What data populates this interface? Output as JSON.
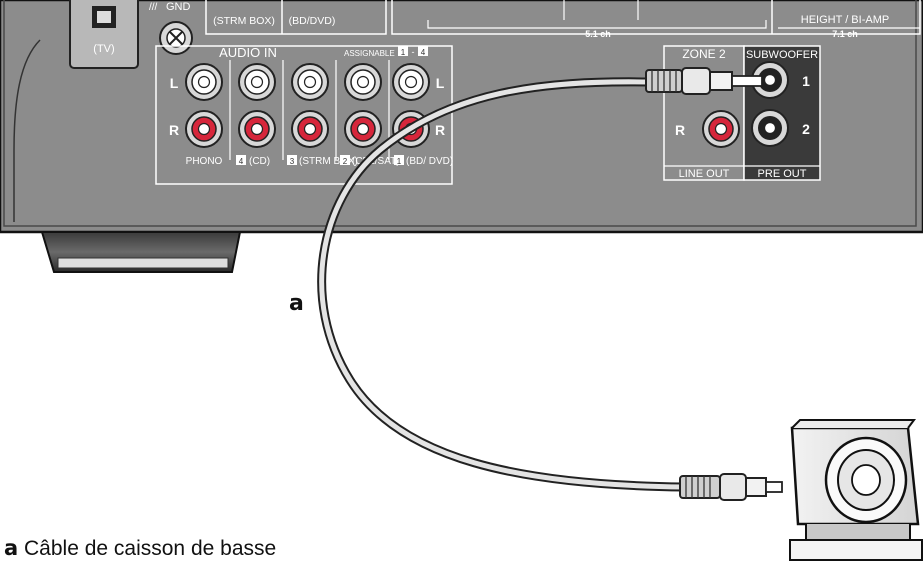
{
  "panel": {
    "tv_label": "(TV)",
    "gnd_label": "GND",
    "gnd_symbol": "///",
    "top_labels": [
      "(STRM BOX)",
      "(BD/DVD)"
    ],
    "speaker_labels": {
      "ch51": "5.1 ch",
      "height": "HEIGHT / BI-AMP",
      "ch71": "7.1 ch"
    },
    "audio_in": {
      "title": "AUDIO IN",
      "assignable": "ASSIGNABLE",
      "range_start": "1",
      "range_dash": "-",
      "range_end": "4",
      "channel_left": "L",
      "channel_right": "R",
      "inputs": [
        {
          "label": "PHONO",
          "num": ""
        },
        {
          "label": "(CD)",
          "num": "4"
        },
        {
          "label": "(STRM BOX)",
          "num": "3"
        },
        {
          "label": "(CBL/SAT)",
          "num": "2"
        },
        {
          "label": "(BD/ DVD)",
          "num": "1"
        }
      ]
    },
    "zone2": {
      "title": "ZONE 2",
      "right": "R",
      "footer": "LINE OUT"
    },
    "pre_out": {
      "title": "SUBWOOFER",
      "jack1": "1",
      "jack2": "2",
      "footer": "PRE OUT"
    }
  },
  "callout": {
    "key": "a",
    "text": "Câble de caisson de basse"
  },
  "colors": {
    "panel": "#8a8a8a",
    "panel_dark": "#5e5e5e",
    "red_jack": "#d6263b",
    "black_section": "#3a3a3a",
    "white": "#ffffff"
  }
}
